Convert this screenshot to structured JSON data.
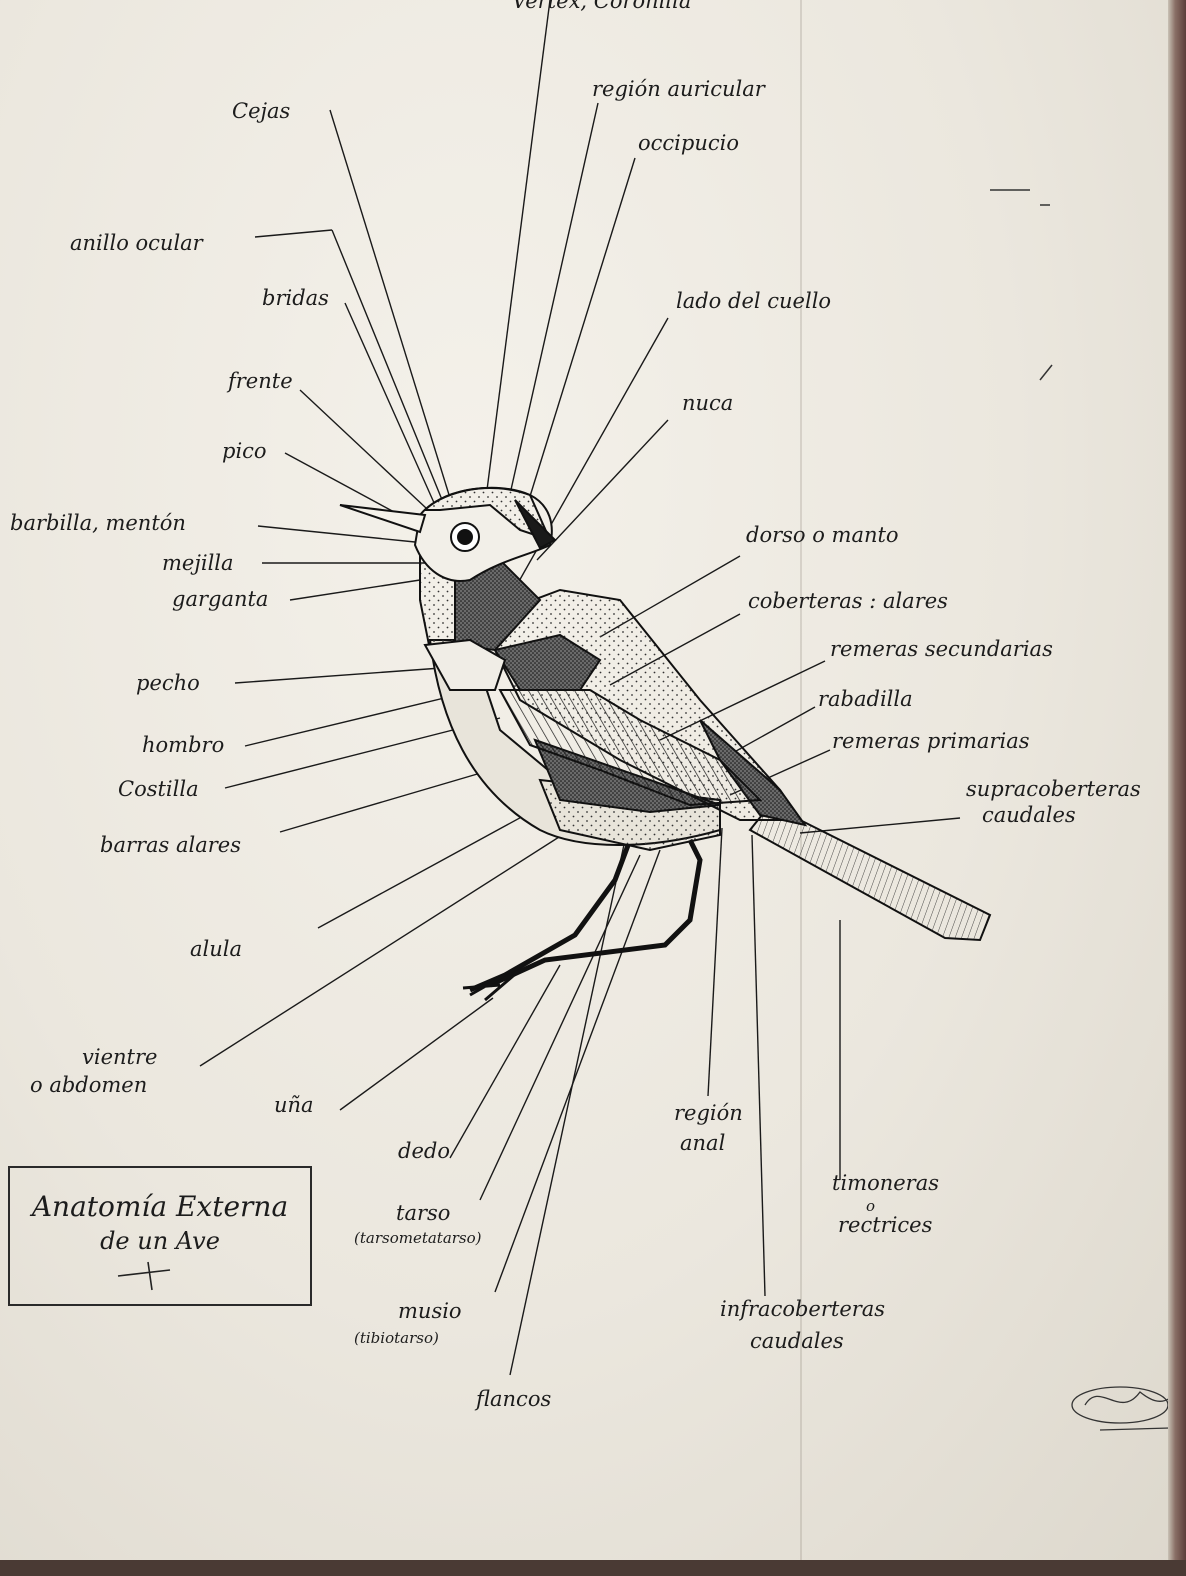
{
  "title": {
    "line1": "Anatomía Externa",
    "line2": "de un Ave"
  },
  "labels": {
    "vertex": "Vertex, Coronilla",
    "region_auricular": "región auricular",
    "cejas": "Cejas",
    "occipucio": "occipucio",
    "anillo_ocular": "anillo ocular",
    "bridas": "bridas",
    "lado_cuello": "lado del cuello",
    "frente": "frente",
    "nuca": "nuca",
    "pico": "pico",
    "barbilla": "barbilla, mentón",
    "mejilla": "mejilla",
    "garganta": "garganta",
    "dorso": "dorso o manto",
    "coberteras": "coberteras : alares",
    "remeras_secundarias": "remeras secundarias",
    "rabadilla": "rabadilla",
    "remeras_primarias": "remeras primarias",
    "pecho": "pecho",
    "hombro": "hombro",
    "costilla": "Costilla",
    "supracoberteras_1": "supracoberteras",
    "supracoberteras_2": "caudales",
    "barras_alares": "barras alares",
    "alula": "alula",
    "vientre_1": "vientre",
    "vientre_2": "o abdomen",
    "una": "uña",
    "region_anal_1": "región",
    "region_anal_2": "anal",
    "dedo": "dedo",
    "timoneras_1": "timoneras",
    "timoneras_2": "o",
    "timoneras_3": "rectrices",
    "tarso_1": "tarso",
    "tarso_2": "(tarsometatarso)",
    "musio_1": "musio",
    "musio_2": "(tibiotarso)",
    "infracoberteras_1": "infracoberteras",
    "infracoberteras_2": "caudales",
    "flancos": "flancos"
  },
  "colors": {
    "ink": "#1c1c1c",
    "paper": "#efebe3"
  }
}
